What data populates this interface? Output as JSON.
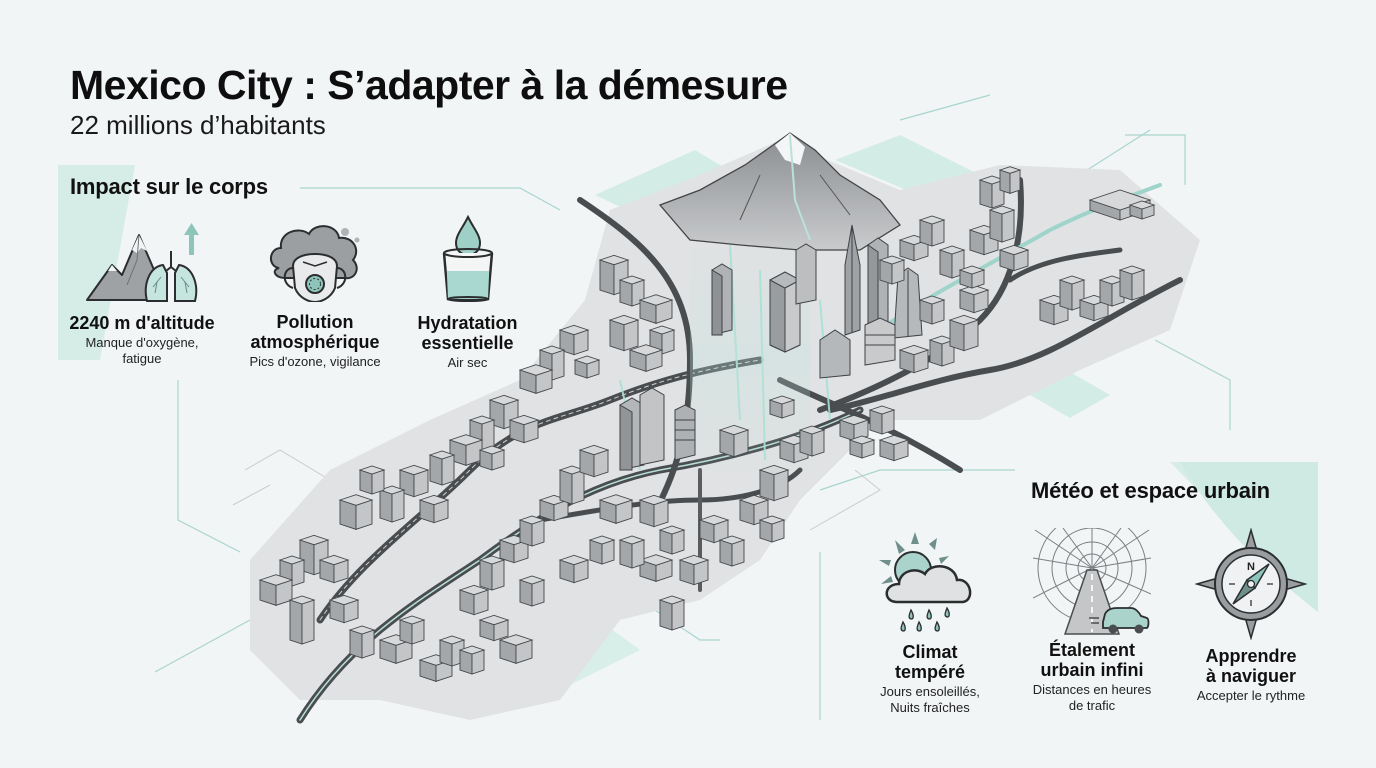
{
  "header": {
    "title": "Mexico City : S’adapter à la démesure",
    "subtitle": "22 millions d’habitants"
  },
  "colors": {
    "background": "#f2f5f6",
    "accent_mint": "#cdeae4",
    "accent_teal": "#8fc9bf",
    "icon_teal": "#7fb8b0",
    "building_gray": "#a9acae",
    "road_dark": "#4a4d50",
    "text": "#111111"
  },
  "body_section": {
    "title": "Impact sur le corps",
    "items": [
      {
        "icon": "mountain-lungs-icon",
        "title": "2240 m d'altitude",
        "description_lines": [
          "Manque d'oxygène,",
          "fatigue"
        ]
      },
      {
        "icon": "pollution-mask-icon",
        "title_lines": [
          "Pollution",
          "atmosphérique"
        ],
        "description_lines": [
          "Pics d'ozone, vigilance"
        ]
      },
      {
        "icon": "water-glass-icon",
        "title_lines": [
          "Hydratation",
          "essentielle"
        ],
        "description_lines": [
          "Air sec"
        ]
      }
    ]
  },
  "weather_section": {
    "title": "Météo et espace urbain",
    "items": [
      {
        "icon": "sun-cloud-rain-icon",
        "title_lines": [
          "Climat",
          "tempéré"
        ],
        "description_lines": [
          "Jours ensoleillés,",
          "Nuits fraîches"
        ]
      },
      {
        "icon": "road-web-car-icon",
        "title_lines": [
          "Étalement",
          "urbain infini"
        ],
        "description_lines": [
          "Distances en heures",
          "de trafic"
        ]
      },
      {
        "icon": "compass-icon",
        "title_lines": [
          "Apprendre",
          "à naviguer"
        ],
        "description_lines": [
          "Accepter le rythme"
        ],
        "compass_label": "N"
      }
    ]
  },
  "map": {
    "description": "Isometric illustration of Mexico City with a volcano, skyscrapers and highways"
  }
}
